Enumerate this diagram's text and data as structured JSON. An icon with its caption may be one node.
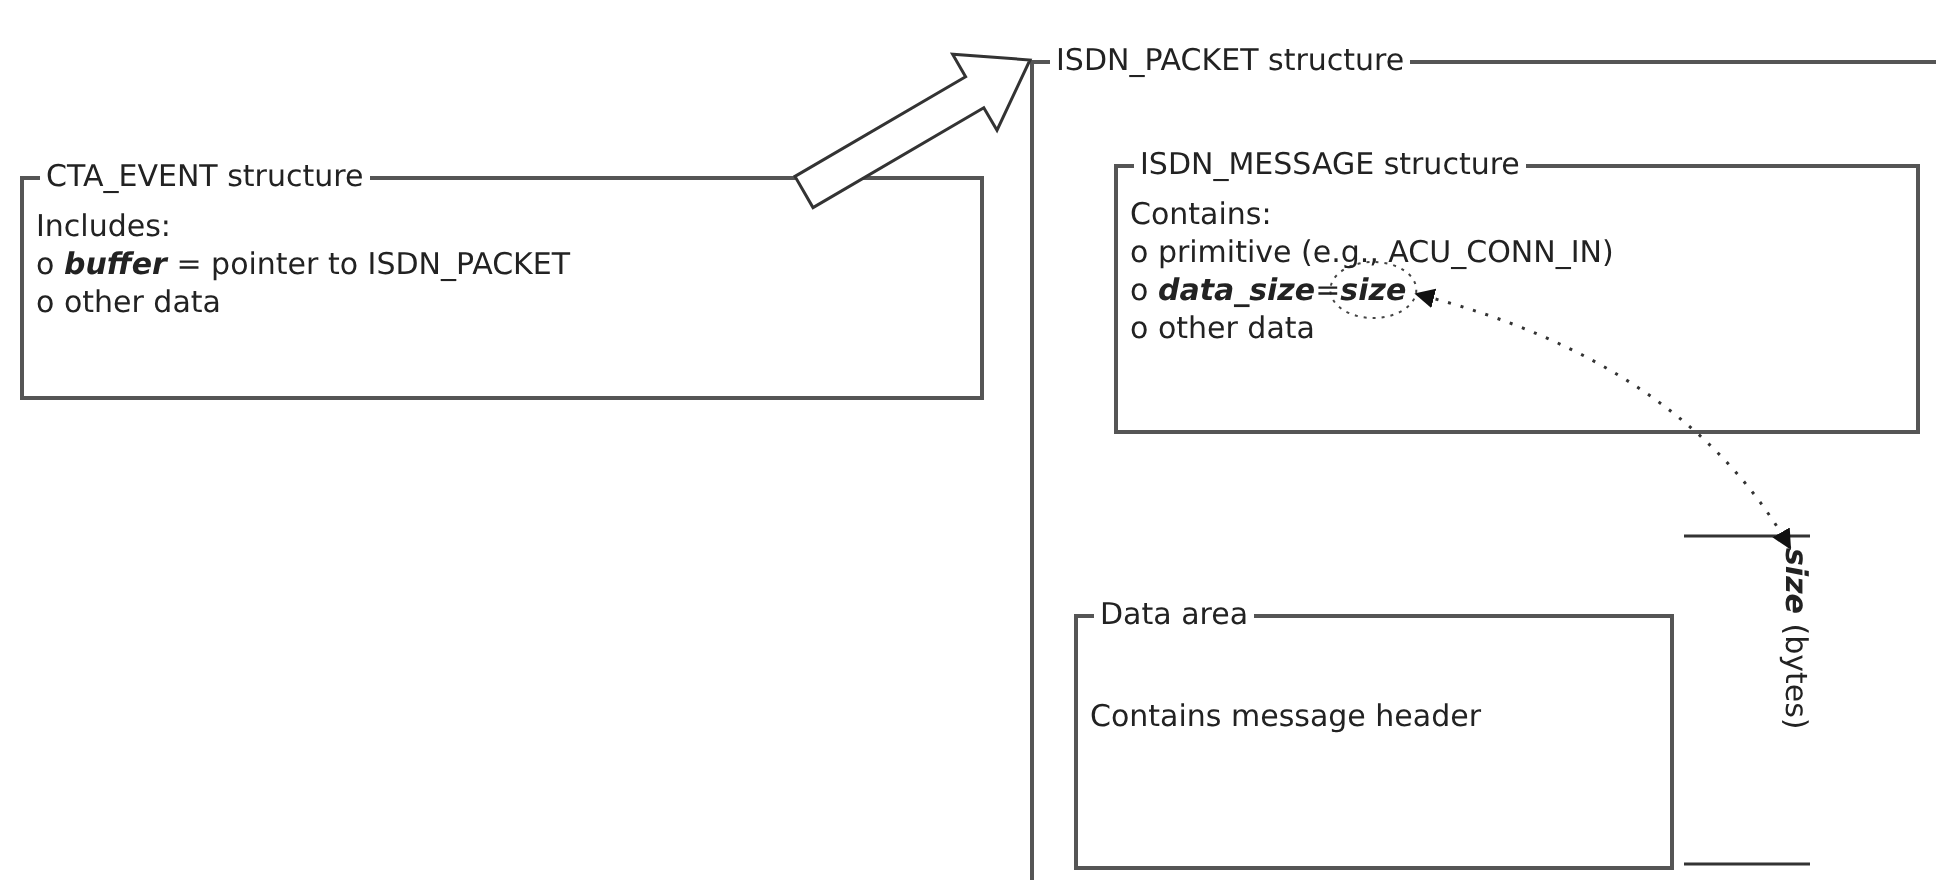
{
  "diagram": {
    "nodes": [
      {
        "text": [
          "CTA_EVENT structure",
          "Includes:",
          "o **buffer** = pointer to ISDN_PACKET",
          "o other data"
        ]
      },
      {
        "text": [
          "ISDN_PACKET structure"
        ]
      },
      {
        "text": [
          "ISDN_MESSAGE structure",
          "Contains:",
          "o primitive (e.g., ACU_CONN_IN)",
          "o **data_size**=**size**",
          "o other data"
        ],
        "in": 1
      },
      {
        "text": [
          "Data area",
          "Contains message header"
        ],
        "in": 1
      },
      {
        "text": [
          "**size** (bytes)"
        ],
        "in": 1
      },
      {
        "text": [],
        "shape": "circle",
        "in": 2
      }
    ],
    "edges": [
      {
        "from": 0,
        "to": 1,
        "arrow": "to",
        "style": "thick"
      },
      {
        "from": 4,
        "to": 5,
        "arrow": "both",
        "style": "dashed"
      }
    ]
  }
}
